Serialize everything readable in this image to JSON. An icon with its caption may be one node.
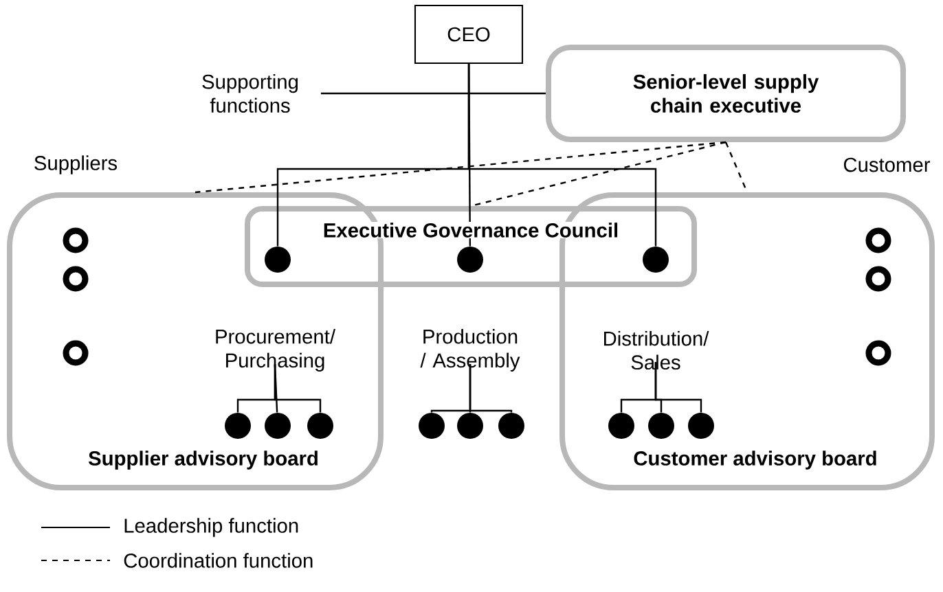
{
  "diagram": {
    "nodes": [
      {
        "text": [
          "CEO"
        ]
      },
      {
        "text": [
          "Supporting functions"
        ]
      },
      {
        "text": [
          "Senior-level supply chain executive"
        ]
      },
      {
        "text": [
          "Suppliers",
          "Supplier advisory board"
        ]
      },
      {
        "text": [
          "Executive Governance Council"
        ]
      },
      {
        "text": [
          "Customer",
          "Customer advisory board"
        ]
      },
      {
        "text": [],
        "shape": "circle",
        "in": 3
      },
      {
        "text": [],
        "shape": "circle",
        "in": 3
      },
      {
        "text": [],
        "shape": "circle",
        "in": 3
      },
      {
        "text": [],
        "shape": "circle"
      },
      {
        "text": [],
        "shape": "circle",
        "in": 4
      },
      {
        "text": [],
        "shape": "circle"
      },
      {
        "text": [],
        "shape": "circle",
        "in": 5
      },
      {
        "text": [],
        "shape": "circle",
        "in": 5
      },
      {
        "text": [],
        "shape": "circle",
        "in": 5
      },
      {
        "text": [
          "Procurement/ Purchasing"
        ],
        "in": 3
      },
      {
        "text": [
          "Production / Assembly"
        ]
      },
      {
        "text": [
          "Distribution/ Sales"
        ],
        "in": 5
      },
      {
        "text": [],
        "shape": "circle",
        "in": 3
      },
      {
        "text": [],
        "shape": "circle",
        "in": 3
      },
      {
        "text": [],
        "shape": "circle",
        "in": 3
      },
      {
        "text": [],
        "shape": "circle"
      },
      {
        "text": [],
        "shape": "circle"
      },
      {
        "text": [],
        "shape": "circle"
      },
      {
        "text": [],
        "shape": "circle",
        "in": 5
      },
      {
        "text": [],
        "shape": "circle",
        "in": 5
      },
      {
        "text": [],
        "shape": "circle",
        "in": 5
      }
    ],
    "edges": [
      {
        "from": 0,
        "to": 9,
        "arrow": "none"
      },
      {
        "from": 0,
        "to": 10,
        "arrow": "none"
      },
      {
        "from": 0,
        "to": 11,
        "arrow": "none"
      },
      {
        "from": 1,
        "to": 2,
        "arrow": "none"
      },
      {
        "from": 2,
        "to": 3,
        "arrow": "none",
        "style": "dashed"
      },
      {
        "from": 2,
        "to": 4,
        "arrow": "none",
        "style": "dashed"
      },
      {
        "from": 2,
        "to": 5,
        "arrow": "none",
        "style": "dashed"
      },
      {
        "from": 15,
        "to": 18,
        "arrow": "none"
      },
      {
        "from": 15,
        "to": 19,
        "arrow": "none"
      },
      {
        "from": 15,
        "to": 20,
        "arrow": "none"
      },
      {
        "from": 16,
        "to": 21,
        "arrow": "none"
      },
      {
        "from": 16,
        "to": 22,
        "arrow": "none"
      },
      {
        "from": 16,
        "to": 23,
        "arrow": "none"
      },
      {
        "from": 17,
        "to": 24,
        "arrow": "none"
      },
      {
        "from": 17,
        "to": 25,
        "arrow": "none"
      },
      {
        "from": 17,
        "to": 26,
        "arrow": "none"
      }
    ],
    "legend": [
      {
        "text": "Leadership function"
      },
      {
        "text": "Coordination function"
      }
    ]
  }
}
